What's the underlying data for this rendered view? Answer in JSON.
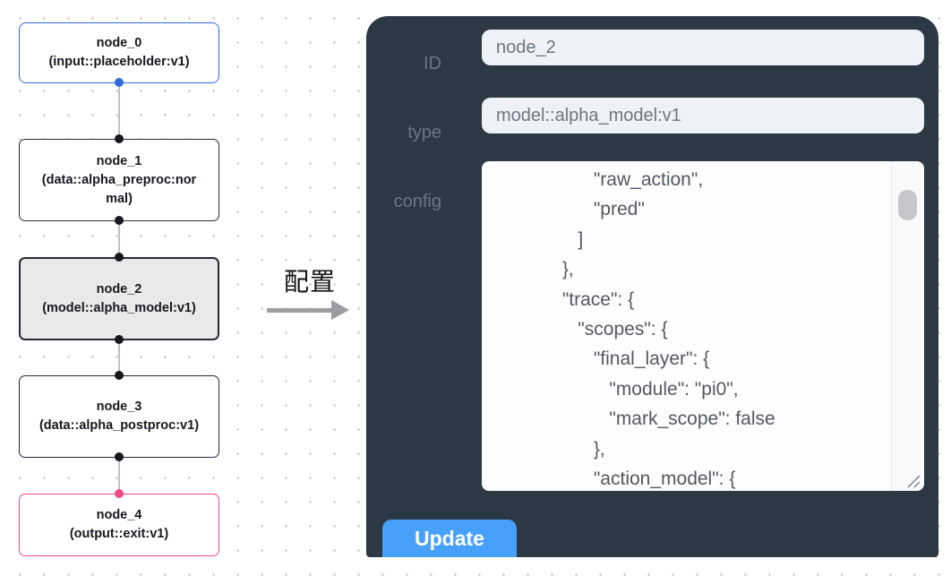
{
  "colors": {
    "panel-bg": "#2d3845",
    "input-bg": "#eef1f7",
    "accent": "#47a0f9",
    "input-node": "#2e6cd9",
    "output-node": "#ee4a86",
    "selected-node-bg": "#e9e9e9",
    "node-border": "#252a37"
  },
  "flow": {
    "nodes": [
      {
        "name": "node_0",
        "type": "(input::placeholder:v1)",
        "variant": "input"
      },
      {
        "name": "node_1",
        "type": "(data::alpha_preproc:normal)",
        "variant": "default"
      },
      {
        "name": "node_2",
        "type": "(model::alpha_model:v1)",
        "variant": "selected"
      },
      {
        "name": "node_3",
        "type": "(data::alpha_postproc:v1)",
        "variant": "default"
      },
      {
        "name": "node_4",
        "type": "(output::exit:v1)",
        "variant": "output"
      }
    ]
  },
  "annotation": {
    "label": "配置"
  },
  "panel": {
    "fields": [
      {
        "label": "ID",
        "value": "node_2"
      },
      {
        "label": "type",
        "value": "model::alpha_model:v1"
      }
    ],
    "config_label": "config",
    "config_text": "                   \"raw_action\",\n                   \"pred\"\n                ]\n             },\n             \"trace\": {\n                \"scopes\": {\n                   \"final_layer\": {\n                      \"module\": \"pi0\",\n                      \"mark_scope\": false\n                   },\n                   \"action_model\": {",
    "update_label": "Update"
  }
}
